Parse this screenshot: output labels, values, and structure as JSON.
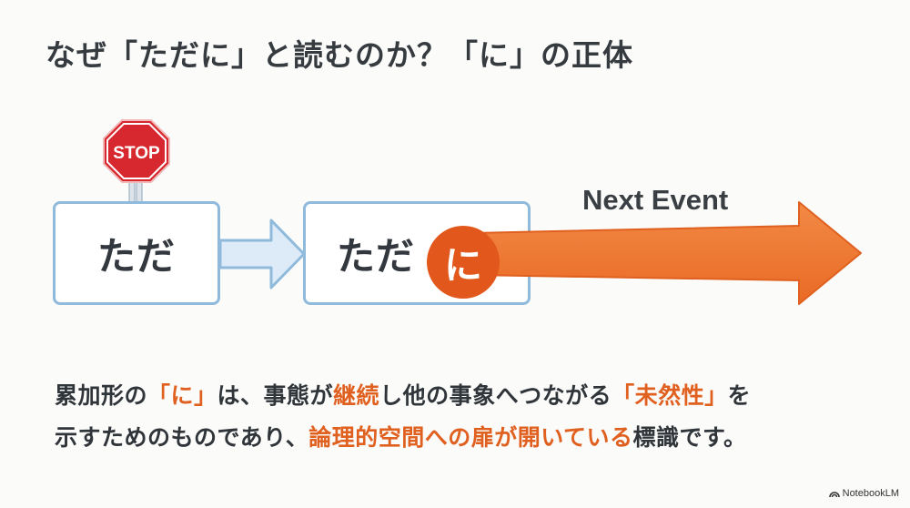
{
  "slide": {
    "title": "なぜ「ただに」と読むのか？「に」の正体"
  },
  "diagram": {
    "stop_sign": {
      "label": "STOP",
      "color": "#d7282f"
    },
    "box1": {
      "text": "ただ"
    },
    "box2": {
      "text": "ただ"
    },
    "particle_circle": {
      "text": "に",
      "color": "#e2581c"
    },
    "arrow_label": "Next Event",
    "colors": {
      "box_border": "#8fbadb",
      "small_arrow_fill": "#dcebf7",
      "big_arrow_fill": "#ee7a35"
    }
  },
  "caption": {
    "line1": [
      {
        "text": "累加形の",
        "highlight": false
      },
      {
        "text": "「に」",
        "highlight": true
      },
      {
        "text": "は、事態が",
        "highlight": false
      },
      {
        "text": "継続",
        "highlight": true
      },
      {
        "text": "し他の事象へつながる",
        "highlight": false
      },
      {
        "text": "「未然性」",
        "highlight": true
      },
      {
        "text": "を",
        "highlight": false
      }
    ],
    "line2": [
      {
        "text": "示すためのものであり、",
        "highlight": false
      },
      {
        "text": "論理的空間への扉が開いている",
        "highlight": true
      },
      {
        "text": "標識です。",
        "highlight": false
      }
    ],
    "highlight_color": "#e0601f"
  },
  "brand": {
    "label": "NotebookLM"
  }
}
